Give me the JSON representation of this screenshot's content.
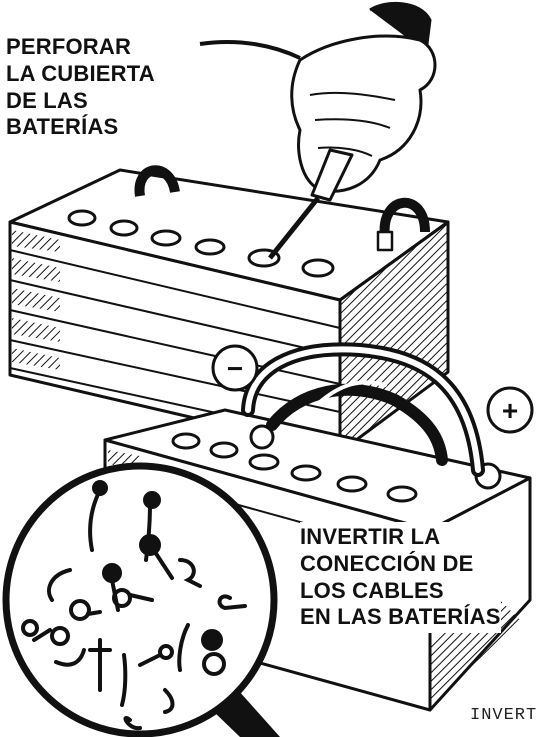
{
  "labels": {
    "top": "PERFORAR\nLA CUBIERTA\nDE LAS\nBATERÍAS",
    "bottom": "INVERTIR LA\nCONECCIÓN DE\nLOS CABLES\nEN LAS BATERÍAS",
    "caption_fragment": "INVERT"
  },
  "terminals": {
    "minus": "−",
    "plus": "+"
  },
  "colors": {
    "ink": "#111111",
    "paper": "#ffffff"
  }
}
